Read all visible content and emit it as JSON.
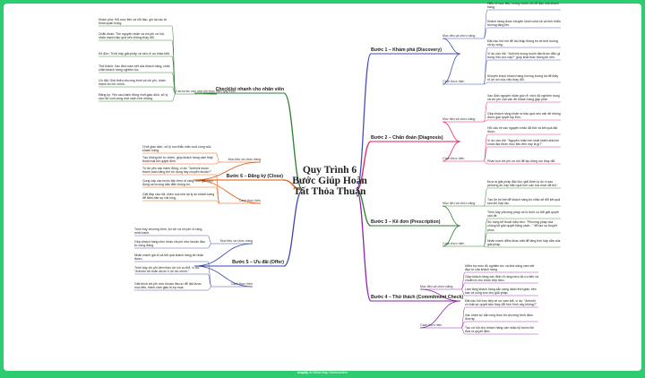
{
  "title": "Quy Trình 6 Bước Giúp Hoàn Tất Thỏa Thuận",
  "footer": {
    "logo": "mapify",
    "label": "AI Mind Map Summarizer"
  },
  "branches": [
    {
      "id": "b1",
      "label": "Bước 1 – Khám phá (Discovery)",
      "color": "#3f51b5",
      "groups": [
        {
          "label": "Mục tiêu và chức năng",
          "leaves": [
            "Hiểu rõ mục tiêu, mong muốn và nỗi đau của khách hàng.",
            "Khách hàng được khuyến khích chia sẻ và tính khẩn trương tăng lên."
          ]
        },
        {
          "label": "Cách thực hiện",
          "leaves": [
            "Đặt câu hỏi mở để thu thập thông tin về tình huống và kỳ vọng.",
            "Ví dụ câu hỏi: \"Anh/chị mong muốn đạt được điều gì trong lĩnh vực này?\" giúp khai thác thông tin nền.",
            "Khuyến khích khách hàng hướng tương lai để thấy rõ lợi ích của việc thay đổi."
          ]
        }
      ]
    },
    {
      "id": "b2",
      "label": "Bước 2 – Chẩn đoán (Diagnosis)",
      "color": "#e91e63",
      "groups": [
        {
          "label": "Mục tiêu và chức năng",
          "leaves": [
            "Xác định nguyên nhân gốc rễ, mức độ nghiêm trọng và chi phí của vấn đề khách hàng gặp phải.",
            "Giúp khách hàng nhận ra hậu quả nếu vấn đề không được giải quyết kịp thời."
          ]
        },
        {
          "label": "Cách thực hiện",
          "leaves": [
            "Hỏi câu về các nguyên nhân đã thử và kết quả đạt được.",
            "Ví dụ câu hỏi: \"Nguyên nhân lớn nhất khiến anh/chị chưa đạt được mục tiêu đến nay là gì?\"",
            "Phân tích chi phí cơ hội để tạo động lực thay đổi."
          ]
        }
      ]
    },
    {
      "id": "b3",
      "label": "Bước 3 – Kê đơn (Prescription)",
      "color": "#2e7d32",
      "groups": [
        {
          "label": "Mục tiêu và chức năng",
          "leaves": [
            "Đưa ra giải pháp đặc thù, giải thích lý do vì sao phương án này hiệu quả hơn các lựa chọn đã thử.",
            "Tạo lời lợi thế để khách hàng tin chắc sẽ đổi kết quả sau khi hợp tác."
          ]
        },
        {
          "label": "Cách thực hiện",
          "leaves": [
            "Trình bày phương pháp và lộ trình cụ thể giải quyết vấn đề.",
            "Sử dụng kể thuật mẫu như: \"Phương pháp của chúng tôi giải quyết bằng cách...\" để tạo sự thuyết phục.",
            "Nhấn mạnh điểm khác biệt để tăng tính hấp dẫn của giải pháp."
          ]
        }
      ]
    },
    {
      "id": "b4",
      "label": "Bước 4 – Thử thách (Commitment Check)",
      "color": "#8e24aa",
      "groups": [
        {
          "label": "Mục tiêu và chức năng",
          "leaves": [
            "Kiểm tra mức độ nghiêm túc và khả năng cam kết đầu tư của khách hàng.",
            "Giúp khách hàng xác định rõ ràng mức độ ưu tiên và chuẩn bị cho bước tiếp theo.",
            "Làm tăng khách hàng sẵn sàng dành thời gian, tiền bạc và công sức cho giải pháp."
          ]
        },
        {
          "label": "Cách thực hiện",
          "leaves": [
            "Đặt câu hỏi trực tiếp về sự cam kết, ví dụ: \"Anh/chị có thật sự quyết tâm thay đổi tình hình này không?\"",
            "Xác nhận sự sẵn lòng thực thi chương trình đảm đương.",
            "Tạo cơ hội cho khách hàng cân nhắc kỹ trước khi đưa ra quyết định."
          ]
        }
      ]
    },
    {
      "id": "b5",
      "label": "Bước 5 – Ưu đãi (Offer)",
      "color": "#3949ab",
      "groups": [
        {
          "label": "Mục tiêu và chức năng",
          "leaves": [
            "Trình bày chương trình, lợi ích và chi phí rõ ràng, minh bạch.",
            "Giúp khách hàng nhìn nhận chi phí như khoản đầu tư xứng đáng."
          ]
        },
        {
          "label": "Cách thực hiện",
          "leaves": [
            "Nhấn mạnh giá trị và kết quả khách hàng sẽ nhận được.",
            "Trình bày chi phí kèm theo lợi ích cụ thể, ví dụ: \"Anh/chị sẽ nhận được X lợi ích chính.\"",
            "Giải thích chi phí như khoản đầu tư để đạt được mục tiêu, tránh cảm giác bị ép mua."
          ]
        }
      ]
    },
    {
      "id": "b6",
      "label": "Bước 6 – Đăng ký (Close)",
      "color": "#e65100",
      "groups": [
        {
          "label": "Mục tiêu và chức năng",
          "leaves": [
            "Chốt giao dịch, xử lý mọi thắc mắc cuối cùng của khách hàng.",
            "Tạo không khí tự nhiên, giúp khách hàng cảm thấy thoải mái khi quyết định."
          ]
        },
        {
          "label": "Cách thực hiện",
          "leaves": [
            "Tự tin yêu cầu hành động, ví dụ: \"Anh/chị muốn thanh toán bằng thẻ tín dụng hay chuyển khoản?\"",
            "Cung cấp các bước tiếp theo rõ ràng, như gửi hợp đồng và hướng dẫn điền thông tin.",
            "Giải đáp câu hỏi, khéo xóa nhẹ lại lý do khách hàng để đảm bảo sự hài lòng."
          ]
        }
      ]
    },
    {
      "id": "b7",
      "label": "Checklist nhanh cho nhân viên",
      "color": "#2e7d32",
      "groups": [
        {
          "label": "Các bước cần nhớ khi thực hiện quy trình",
          "leaves": [
            "Khám phá: Hỏi mục tiêu và nỗi đau, ghi lại các từ khóa quan trọng.",
            "Chẩn đoán: Tìm nguyên nhân và chi phí cơ hội, nhấn mạnh hậu quả nếu không thay đổi.",
            "Kê đơn: Trình bày giải pháp và nêu rõ ưu khác biệt.",
            "Thử thách: Xác định cam kết của khách hàng, chắc chắn khách hàng nghiêm túc.",
            "Ưu đãi: Giới thiệu chương trình và chi phí, nhấn mạnh lợi ích chính.",
            "Đăng ký: Yêu cầu hành động chốt giao dịch, xử lý câu hỏi cuối cùng một cách nhẹ nhàng."
          ]
        }
      ]
    }
  ]
}
